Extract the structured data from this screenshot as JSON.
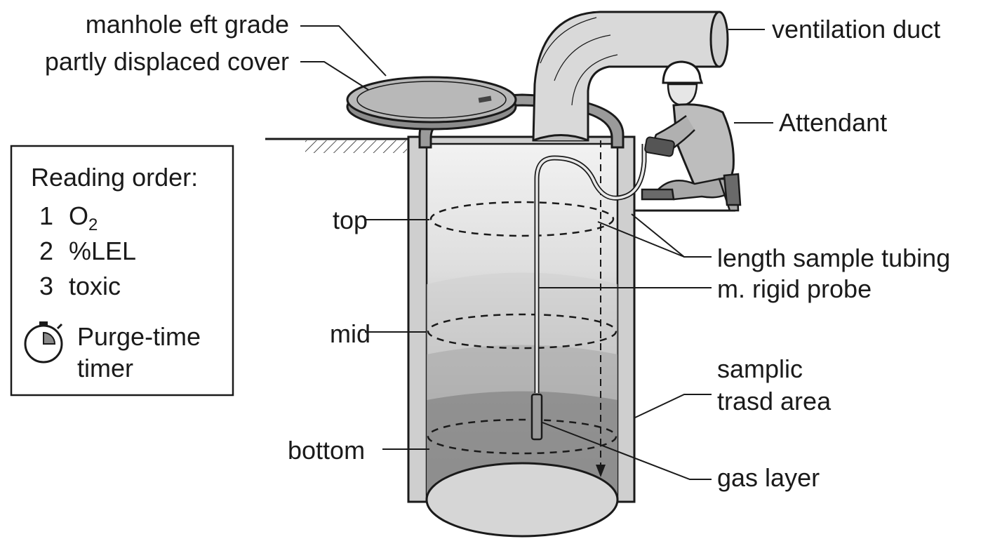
{
  "labels": {
    "manhole_grade": "manhole eft grade",
    "displaced_cover": "partly displaced cover",
    "ventilation_duct": "ventilation duct",
    "attendant": "Attendant",
    "top": "top",
    "mid": "mid",
    "bottom": "bottom",
    "sample_tubing": "length sample tubing",
    "rigid_probe": "m. rigid probe",
    "sampling_area_line1": "samplic",
    "sampling_area_line2": "trasd area",
    "gas_layer": "gas layer"
  },
  "legend": {
    "title": "Reading order:",
    "items": [
      {
        "num": "1",
        "text": "O",
        "sub": "2"
      },
      {
        "num": "2",
        "text": "%LEL",
        "sub": ""
      },
      {
        "num": "3",
        "text": "toxic",
        "sub": ""
      }
    ],
    "timer_line1": "Purge-time",
    "timer_line2": "timer",
    "timer_icon": "stopwatch-icon"
  },
  "colors": {
    "line": "#1a1a1a",
    "shaft_wall": "#cfcfcf",
    "gas_light": "#d4d4d4",
    "gas_mid": "#b0b0b0",
    "gas_dark": "#7a7a7a"
  }
}
